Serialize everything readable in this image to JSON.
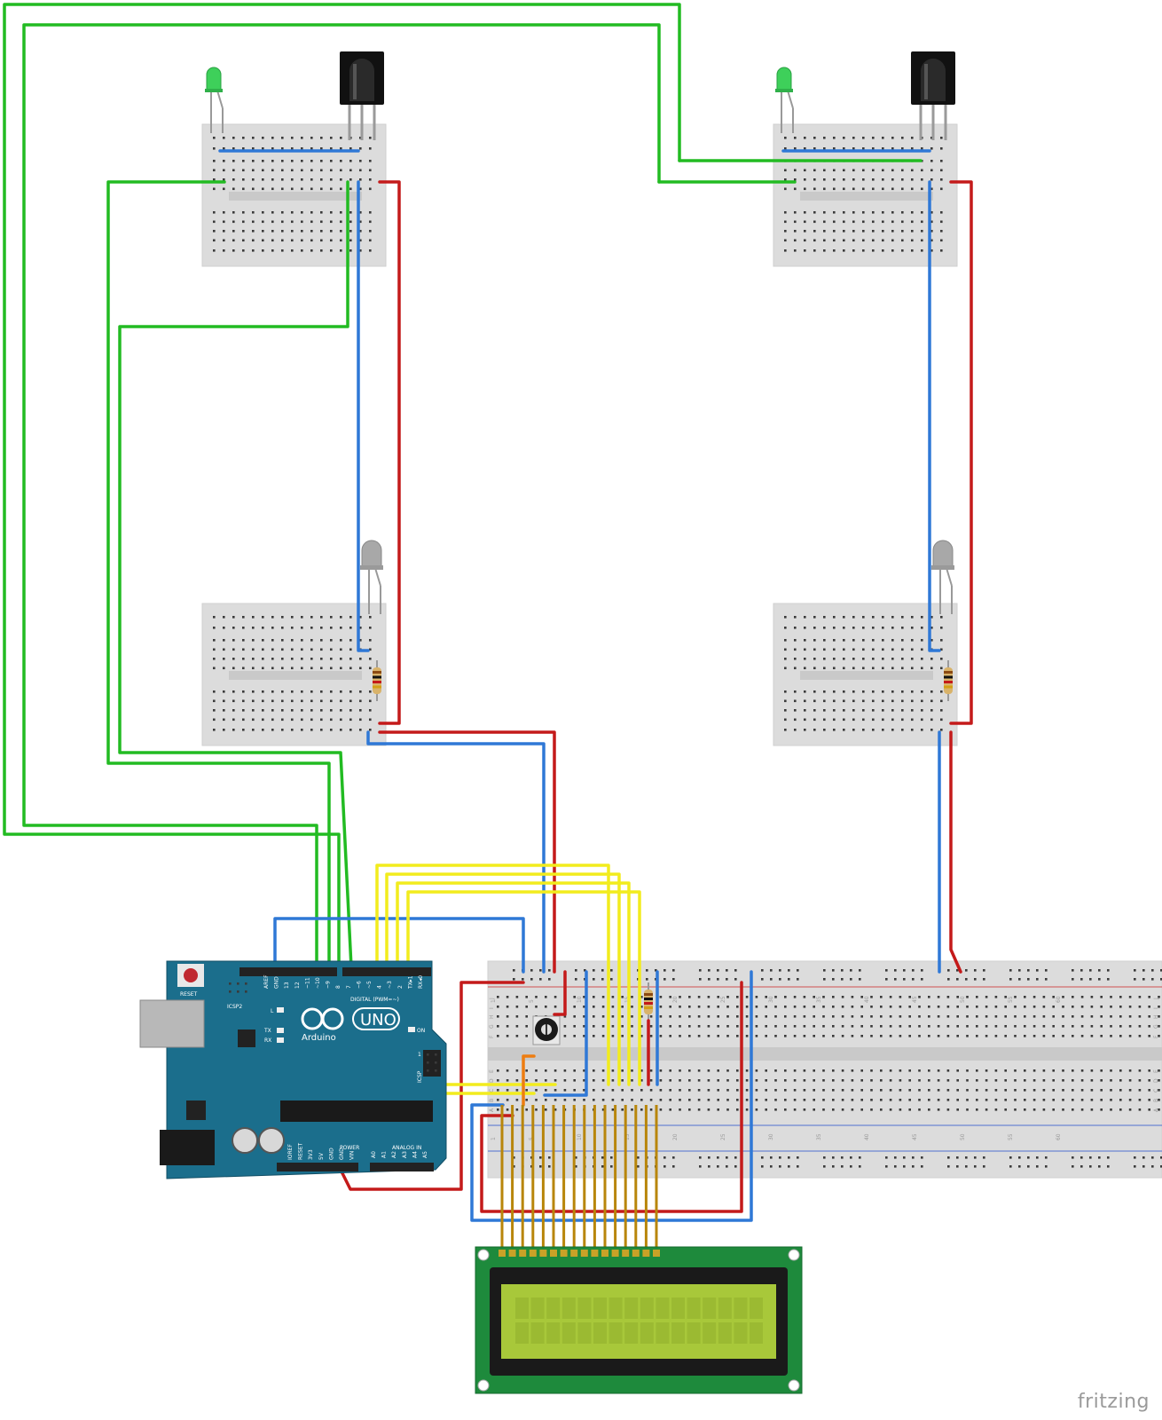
{
  "watermark": "fritzing",
  "arduino": {
    "model": "UNO",
    "brand": "Arduino",
    "reset_label": "RESET",
    "icsp2_label": "ICSP2",
    "icsp_label": "ICSP",
    "digital_label": "DIGITAL (PWM=~)",
    "power_label": "POWER",
    "analog_label": "ANALOG IN",
    "led_l": "L",
    "led_tx": "TX",
    "led_rx": "RX",
    "led_on": "ON",
    "icsp_pin1": "1",
    "digital_pins": [
      "AREF",
      "GND",
      "13",
      "12",
      "~11",
      "~10",
      "~9",
      "8",
      "7",
      "~6",
      "~5",
      "4",
      "~3",
      "2",
      "TX▸1",
      "RX◂0"
    ],
    "power_pins": [
      "IOREF",
      "RESET",
      "3V3",
      "5V",
      "GND",
      "GND",
      "VIN"
    ],
    "analog_pins": [
      "A0",
      "A1",
      "A2",
      "A3",
      "A4",
      "A5"
    ]
  },
  "breadboard": {
    "col_numbers": [
      "1",
      "5",
      "10",
      "15",
      "20",
      "25",
      "30",
      "35",
      "40",
      "45",
      "50",
      "55",
      "60"
    ],
    "row_letters_top": [
      "J",
      "I",
      "H",
      "G",
      "F"
    ],
    "row_letters_bottom": [
      "E",
      "D",
      "C",
      "B",
      "A"
    ]
  },
  "colors": {
    "wire_green": "#22bb22",
    "wire_blue": "#2f78d6",
    "wire_red": "#c41a1a",
    "wire_yellow": "#f2ec1d",
    "wire_orange": "#ee7d11",
    "arduino_board": "#1b6e8c",
    "lcd_pcb": "#1e8a3c",
    "lcd_screen": "#a8c83a"
  },
  "components": {
    "ir_receivers": 2,
    "green_leds": 2,
    "ir_leds": 2,
    "resistors": 3,
    "potentiometer": 1,
    "lcd_pins": 16
  }
}
